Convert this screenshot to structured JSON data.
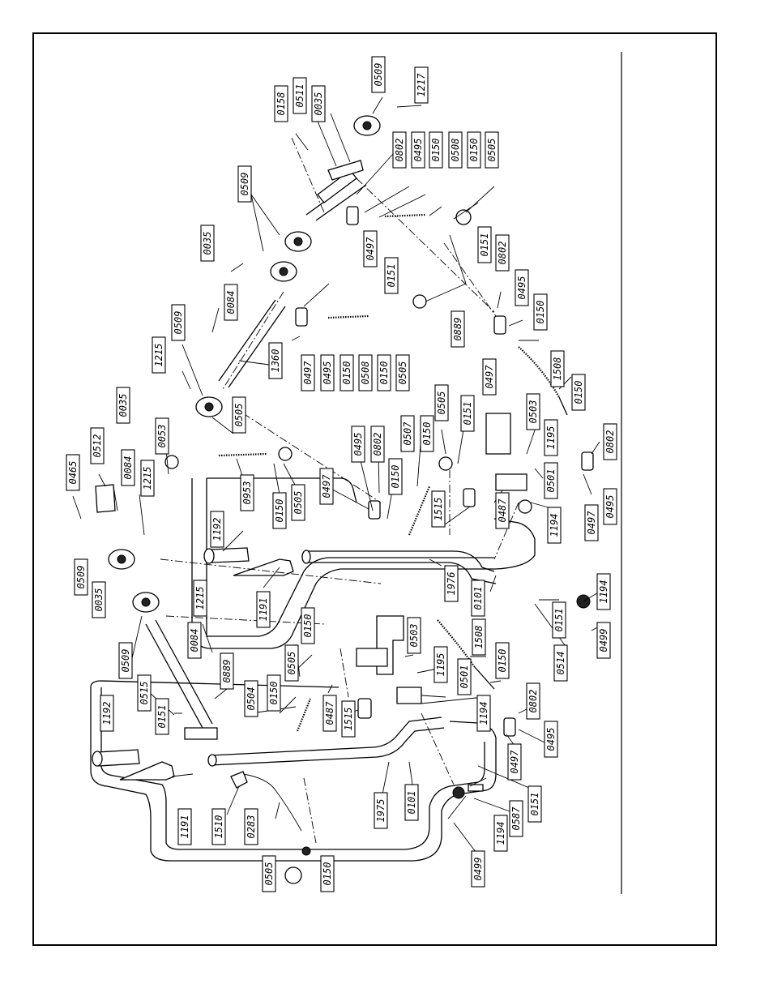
{
  "drawing": {
    "title": "Exploded parts diagram",
    "labels": [
      {
        "text": "0465"
      },
      {
        "text": "0512"
      },
      {
        "text": "0084"
      },
      {
        "text": "1215"
      },
      {
        "text": "0509"
      },
      {
        "text": "0035"
      },
      {
        "text": "0053"
      },
      {
        "text": "0035"
      },
      {
        "text": "1215"
      },
      {
        "text": "0509"
      },
      {
        "text": "0084"
      },
      {
        "text": "0035"
      },
      {
        "text": "0509"
      },
      {
        "text": "0158"
      },
      {
        "text": "0511"
      },
      {
        "text": "0035"
      },
      {
        "text": "0509"
      },
      {
        "text": "1217"
      },
      {
        "text": "0802"
      },
      {
        "text": "0495"
      },
      {
        "text": "0150"
      },
      {
        "text": "0508"
      },
      {
        "text": "0150"
      },
      {
        "text": "0505"
      },
      {
        "text": "0497"
      },
      {
        "text": "0151"
      },
      {
        "text": "0802"
      },
      {
        "text": "0889"
      },
      {
        "text": "0151"
      },
      {
        "text": "1360"
      },
      {
        "text": "0497"
      },
      {
        "text": "0495"
      },
      {
        "text": "0150"
      },
      {
        "text": "0508"
      },
      {
        "text": "0150"
      },
      {
        "text": "0505"
      },
      {
        "text": "0802"
      },
      {
        "text": "0495"
      },
      {
        "text": "0150"
      },
      {
        "text": "0497"
      },
      {
        "text": "1508"
      },
      {
        "text": "0150"
      },
      {
        "text": "0802"
      },
      {
        "text": "0505"
      },
      {
        "text": "0953"
      },
      {
        "text": "0150"
      },
      {
        "text": "0505"
      },
      {
        "text": "0497"
      },
      {
        "text": "0495"
      },
      {
        "text": "0802"
      },
      {
        "text": "0150"
      },
      {
        "text": "0507"
      },
      {
        "text": "0150"
      },
      {
        "text": "0505"
      },
      {
        "text": "0151"
      },
      {
        "text": "1515"
      },
      {
        "text": "0487"
      },
      {
        "text": "0503"
      },
      {
        "text": "1195"
      },
      {
        "text": "0501"
      },
      {
        "text": "1194"
      },
      {
        "text": "0497"
      },
      {
        "text": "0495"
      },
      {
        "text": "1192"
      },
      {
        "text": "1191"
      },
      {
        "text": "1976"
      },
      {
        "text": "0101"
      },
      {
        "text": "0151"
      },
      {
        "text": "1194"
      },
      {
        "text": "0499"
      },
      {
        "text": "0514"
      },
      {
        "text": "0509"
      },
      {
        "text": "0515"
      },
      {
        "text": "0889"
      },
      {
        "text": "0151"
      },
      {
        "text": "0084"
      },
      {
        "text": "1215"
      },
      {
        "text": "0150"
      },
      {
        "text": "0505"
      },
      {
        "text": "0504"
      },
      {
        "text": "0150"
      },
      {
        "text": "0487"
      },
      {
        "text": "0503"
      },
      {
        "text": "1195"
      },
      {
        "text": "1508"
      },
      {
        "text": "0150"
      },
      {
        "text": "0501"
      },
      {
        "text": "1515"
      },
      {
        "text": "1194"
      },
      {
        "text": "0802"
      },
      {
        "text": "0495"
      },
      {
        "text": "0497"
      },
      {
        "text": "1192"
      },
      {
        "text": "1191"
      },
      {
        "text": "1510"
      },
      {
        "text": "0283"
      },
      {
        "text": "1975"
      },
      {
        "text": "0101"
      },
      {
        "text": "0505"
      },
      {
        "text": "0150"
      },
      {
        "text": "1194"
      },
      {
        "text": "0499"
      },
      {
        "text": "0587"
      },
      {
        "text": "0151"
      }
    ]
  }
}
